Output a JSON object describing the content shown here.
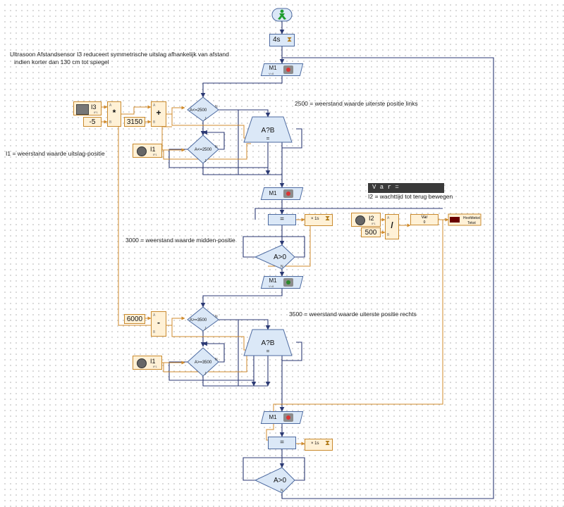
{
  "colors": {
    "flow": "#2c3a74",
    "data": "#d08b2c",
    "block_fill": "#dbe8f7",
    "block_border": "#4d6aa0",
    "io_fill": "#fff1d6",
    "io_border": "#c98a2e",
    "display_bg": "#3a3a3a"
  },
  "notes": {
    "title_line1": "Ultrasoon Afstandsensor I3 reduceert symmetrische uitslag afhankelijk van afstand",
    "title_line2": "indien korter dan 130 cm tot spiegel",
    "note_i1": "I1 = weerstand waarde uitslag-positie",
    "note_2500": "2500 = weerstand waarde uiterste positie links",
    "note_3000": "3000 = weerstand waarde midden-positie",
    "note_3500": "3500 = weerstand waarde uiterste positie rechts",
    "note_i2": "I2 = wachttijd tot terug bewegen"
  },
  "blocks": {
    "start_icon": "start-icon",
    "wait_4s": "4s",
    "m1": "M1",
    "m1_sub": "V=8",
    "sensor_i3": "I3",
    "sensor_i1": "I1",
    "sensor_i2": "I2",
    "sensor_sub": "IF1",
    "const_minus5": "-5",
    "const_3150": "3150",
    "const_500": "500",
    "const_6000": "6000",
    "op_mul": "*",
    "op_add": "+",
    "op_div": "/",
    "op_sub": "-",
    "pin_a": "A",
    "pin_b": "B",
    "cmp_a_le_2500": "A<=2500",
    "cmp_a_ge_3500": "A>=3500",
    "cmp_a_gt_0": "A>0",
    "cmp_ab": "A?B",
    "cmp_ab_sub": "=",
    "assign_eq": "=",
    "wait_1s": "× 1s",
    "var_label": "Var",
    "var_value": "0",
    "var_display": "V a r =            0",
    "text_label_1": "Hoofdtekst",
    "text_label_2": "Tekst",
    "branch_y": "J",
    "branch_n": "N"
  }
}
